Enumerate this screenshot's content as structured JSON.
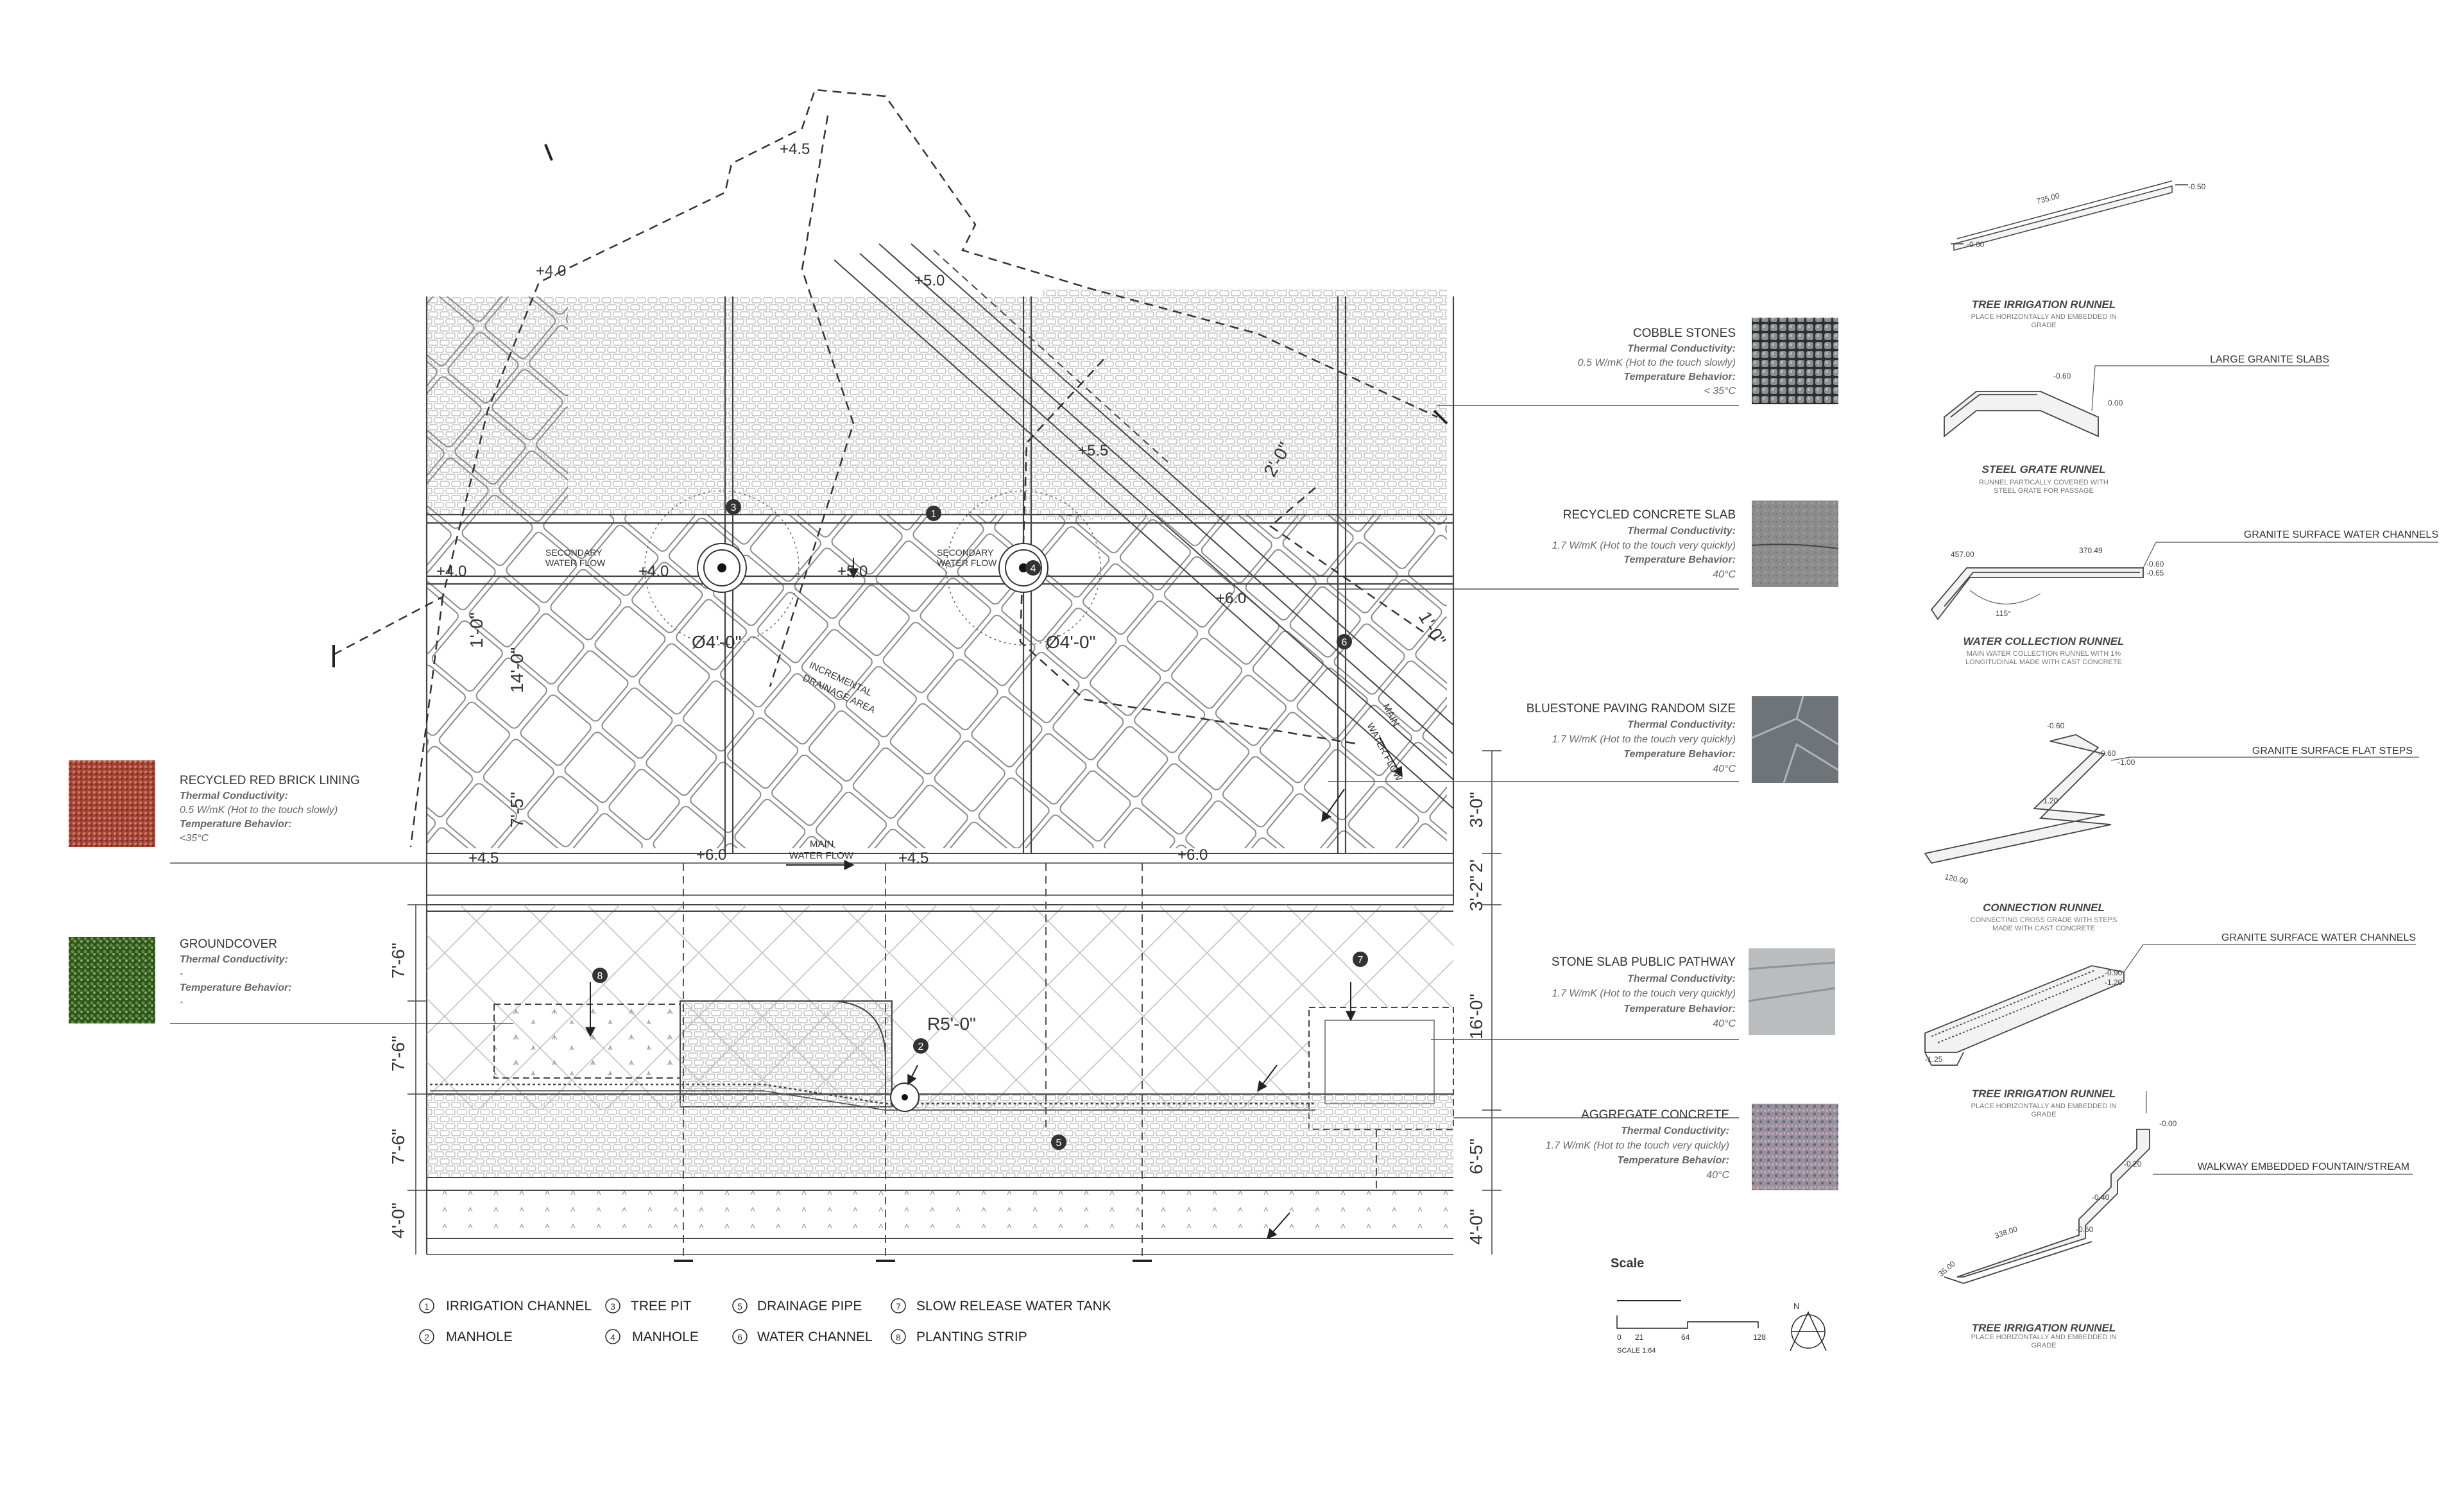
{
  "plan": {
    "elevations": {
      "e1": "+4.0",
      "e2": "+4.5",
      "e3": "+5.0",
      "e4": "+5.5",
      "e5": "+4.0",
      "e6": "+4.0",
      "e7": "+5.0",
      "e8": "+6.0",
      "e9": "+4.5",
      "e10": "+6.0",
      "e11": "+4.5",
      "e12": "+6.0"
    },
    "dims": {
      "d1": "1'-0\"",
      "d2": "14'-0\"",
      "d3": "7'-5\"",
      "d4": "2'-0\"",
      "d5": "1'-0\"",
      "d6": "Ø4'-0\"",
      "d7": "Ø4'-0\"",
      "d8": "R5'-0\"",
      "l1": "7'-6\"",
      "l2": "7'-6\"",
      "l3": "7'-6\"",
      "l4": "4'-0\"",
      "r1": "3'-0\"",
      "r2": "3'-2\"",
      "r3": "2'",
      "r4": "16'-0\"",
      "r5": "6'-5\"",
      "r6": "4'-0\""
    },
    "notes": {
      "sec1a": "SECONDARY",
      "sec1b": "WATER FLOW",
      "sec2a": "SECONDARY",
      "sec2b": "WATER FLOW",
      "inc1": "INCREMENTAL",
      "inc2": "DRAINAGE AREA",
      "main1a": "MAIN",
      "main1b": "WATER FLOW",
      "main2a": "MAIN",
      "main2b": "WATER FLOW"
    },
    "markers": [
      "1",
      "2",
      "3",
      "4",
      "5",
      "6",
      "7",
      "8"
    ]
  },
  "materials_left": [
    {
      "name": "RECYCLED RED BRICK LINING",
      "tc_label": "Thermal Conductivity:",
      "tc": "0.5 W/mK (Hot to the touch slowly)",
      "tb_label": "Temperature Behavior:",
      "tb": "<35°C"
    },
    {
      "name": "GROUNDCOVER",
      "tc_label": "Thermal Conductivity:",
      "tc": "-",
      "tb_label": "Temperature Behavior:",
      "tb": "-"
    }
  ],
  "materials_right": [
    {
      "name": "COBBLE STONES",
      "tc_label": "Thermal Conductivity:",
      "tc": "0.5 W/mK (Hot to the touch slowly)",
      "tb_label": "Temperature Behavior:",
      "tb": "< 35°C"
    },
    {
      "name": "RECYCLED CONCRETE SLAB",
      "tc_label": "Thermal Conductivity:",
      "tc": "1.7 W/mK (Hot to the touch very quickly)",
      "tb_label": "Temperature Behavior:",
      "tb": "40°C"
    },
    {
      "name": "BLUESTONE PAVING RANDOM SIZE",
      "tc_label": "Thermal Conductivity:",
      "tc": "1.7 W/mK (Hot to the touch very quickly)",
      "tb_label": "Temperature Behavior:",
      "tb": "40°C"
    },
    {
      "name": "STONE SLAB PUBLIC PATHWAY",
      "tc_label": "Thermal Conductivity:",
      "tc": "1.7 W/mK (Hot to the touch very quickly)",
      "tb_label": "Temperature Behavior:",
      "tb": "40°C"
    },
    {
      "name": "AGGREGATE CONCRETE",
      "tc_label": "Thermal Conductivity:",
      "tc": "1.7 W/mK (Hot to the touch very quickly)",
      "tb_label": "Temperature Behavior:",
      "tb": "40°C"
    }
  ],
  "legend": [
    {
      "num": "1",
      "label": "IRRIGATION CHANNEL"
    },
    {
      "num": "2",
      "label": "MANHOLE"
    },
    {
      "num": "3",
      "label": "TREE PIT"
    },
    {
      "num": "4",
      "label": "MANHOLE"
    },
    {
      "num": "5",
      "label": "DRAINAGE PIPE"
    },
    {
      "num": "6",
      "label": "WATER CHANNEL"
    },
    {
      "num": "7",
      "label": "SLOW RELEASE WATER TANK"
    },
    {
      "num": "8",
      "label": "PLANTING STRIP"
    }
  ],
  "scale": {
    "title": "Scale",
    "ticks": [
      "0",
      "21",
      "64",
      "128"
    ],
    "label": "SCALE 1:64",
    "north": "N"
  },
  "runnels": {
    "r1": {
      "title": "TREE IRRIGATION RUNNEL",
      "sub1": "PLACE HORIZONTALLY AND EMBEDDED IN",
      "sub2": "GRADE",
      "dims": [
        "735.00",
        "-0.50",
        "-0.60"
      ]
    },
    "r2": {
      "title": "STEEL GRATE RUNNEL",
      "sub1": "RUNNEL PARTICALLY COVERED WITH",
      "sub2": "STEEL GRATE FOR PASSAGE",
      "callout": "LARGE GRANITE SLABS",
      "dims": [
        "-0.60",
        "0.00"
      ]
    },
    "r3": {
      "title": "WATER COLLECTION RUNNEL",
      "sub1": "MAIN WATER COLLECTION RUNNEL WITH 1%",
      "sub2": "LONGITUDINAL MADE WITH CAST CONCRETE",
      "callout": "GRANITE SURFACE WATER CHANNELS",
      "dims": [
        "457.00",
        "370.49",
        "-0.60",
        "-0.65",
        "115°"
      ]
    },
    "r4": {
      "title": "CONNECTION RUNNEL",
      "sub1": "CONNECTING CROSS GRADE WITH STEPS",
      "sub2": "MADE WITH CAST CONCRETE",
      "callout": "GRANITE SURFACE FLAT STEPS",
      "dims": [
        "-0.60",
        "-0.60",
        "-1.00",
        "-1.20",
        "120.00"
      ]
    },
    "r5": {
      "title": "TREE IRRIGATION RUNNEL",
      "sub1": "PLACE HORIZONTALLY AND EMBEDDED IN",
      "sub2": "GRADE",
      "callout": "GRANITE SURFACE WATER CHANNELS",
      "dims": [
        "-0.90",
        "-1.20",
        "-1.25"
      ]
    },
    "r6": {
      "title": "TREE IRRIGATION RUNNEL",
      "sub1": "PLACE HORIZONTALLY AND EMBEDDED IN",
      "sub2": "GRADE",
      "callout": "WALKWAY EMBEDDED FOUNTAIN/STREAM",
      "dims": [
        "-0.00",
        "-0.20",
        "-0.40",
        "-0.60",
        "338.00",
        "35.00"
      ]
    }
  },
  "colors": {
    "line": "#444444",
    "hatch": "#bdbdbd",
    "dash": "#555555",
    "brick": "#b24a3b",
    "green": "#3f6e2c"
  }
}
